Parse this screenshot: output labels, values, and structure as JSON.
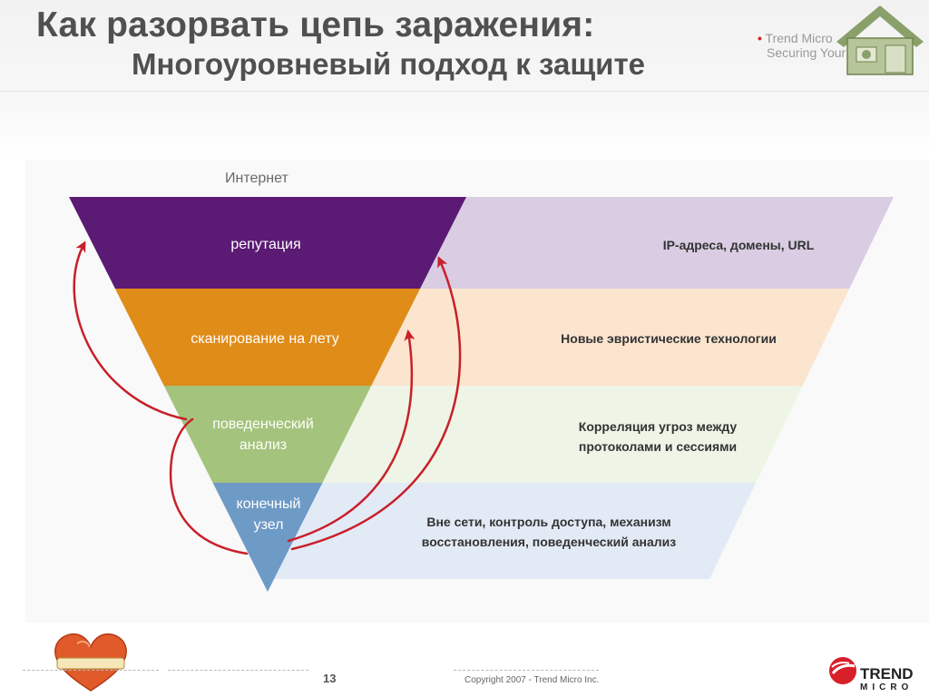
{
  "slide": {
    "title_line1": "Как разорвать цепь заражения:",
    "title_line2": "Многоуровневый подход к защите",
    "brand_line1": "Trend Micro",
    "brand_line2": "Securing Your"
  },
  "diagram": {
    "top_label": "Интернет",
    "layers": [
      {
        "label_lines": [
          "репутация"
        ],
        "description_lines": [
          "IP-адреса, домены, URL"
        ],
        "color": "#5b1a74",
        "band_color": "#d9cce3"
      },
      {
        "label_lines": [
          "сканирование на лету"
        ],
        "description_lines": [
          "Новые эвристические технологии"
        ],
        "color": "#e08c19",
        "band_color": "#fbe5cf"
      },
      {
        "label_lines": [
          "поведенческий",
          "анализ"
        ],
        "description_lines": [
          "Корреляция угроз между",
          "протоколами и сессиями"
        ],
        "color": "#a4c37c",
        "band_color": "#eef4e6"
      },
      {
        "label_lines": [
          "конечный",
          "узел"
        ],
        "description_lines": [
          "Вне сети, контроль доступа, механизм",
          "восстановления, поведенческий анализ"
        ],
        "color": "#6e9ac6",
        "band_color": "#e2eaf5"
      }
    ],
    "arrow_color": "#c8202a"
  },
  "footer": {
    "page_number": "13",
    "copyright": "Copyright 2007 - Trend Micro Inc.",
    "logo_line1": "TREND",
    "logo_line2": "MICRO"
  }
}
